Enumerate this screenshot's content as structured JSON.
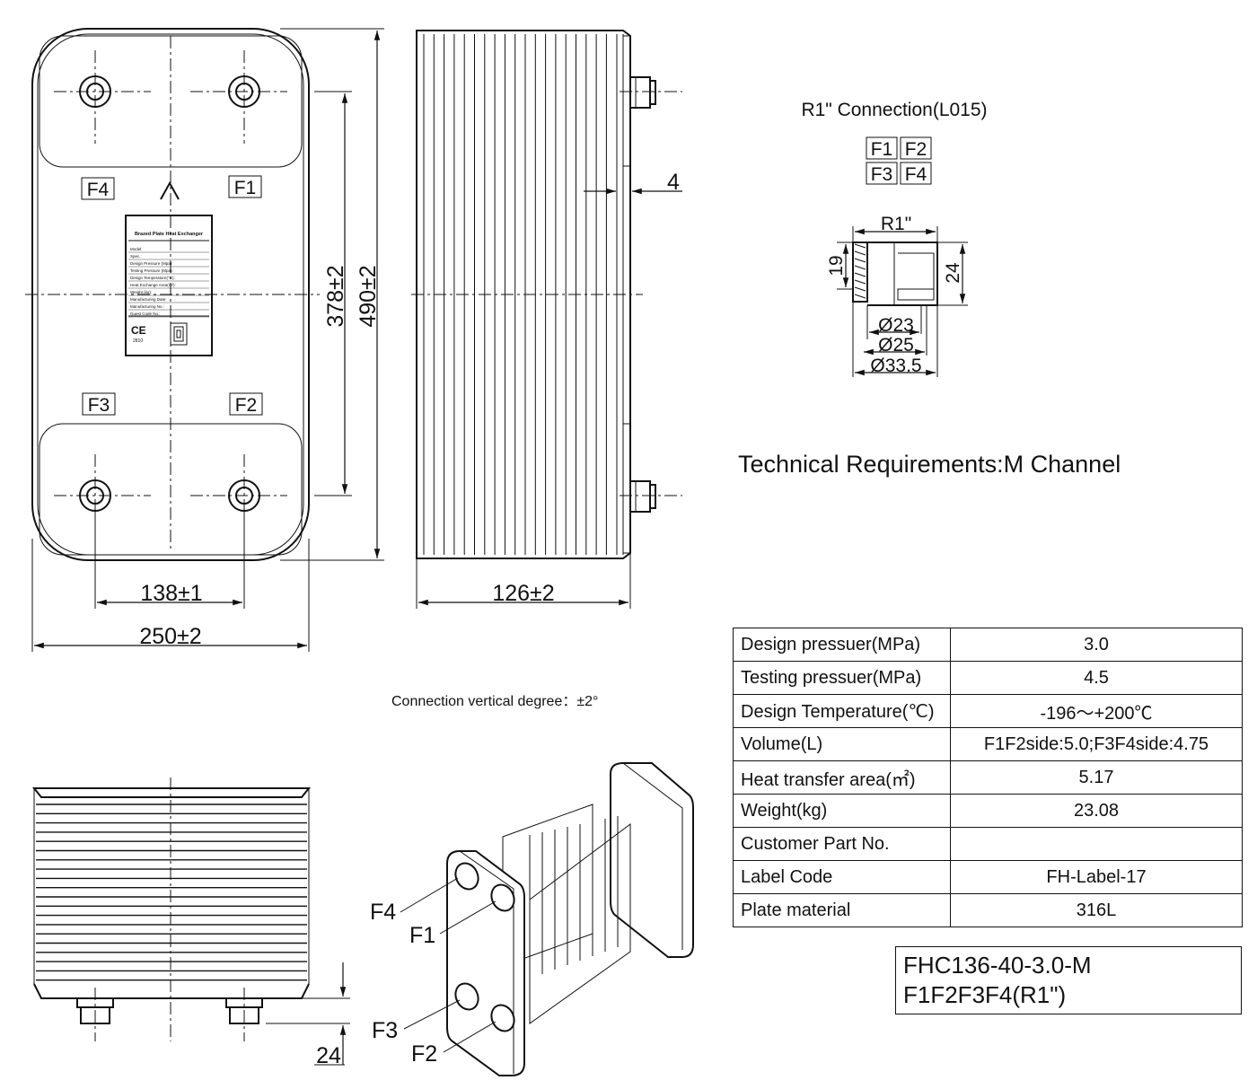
{
  "connection": {
    "title": "R1\" Connection(L015)",
    "ports": [
      "F1",
      "F2",
      "F3",
      "F4"
    ],
    "thread": "R1\"",
    "dim_height_left": "19",
    "dim_height_right": "24",
    "dia_inner": "Ø23",
    "dia_mid": "Ø25",
    "dia_outer": "Ø33.5"
  },
  "front_view": {
    "port_labels": {
      "top_left": "F4",
      "top_right": "F1",
      "bottom_left": "F3",
      "bottom_right": "F2"
    },
    "dim_port_spacing_v": "378±2",
    "dim_height": "490±2",
    "dim_port_spacing_h": "138±1",
    "dim_width": "250±2",
    "nameplate": {
      "title": "Brazed Plate Heat Exchanger",
      "rows": [
        "Model:",
        "Spec.:",
        "Design Pressure (Mpa):",
        "Testing Pressure (Mpa):",
        "Design Temperature(°C):",
        "Heat Exchange Area(m²):",
        "Weight (kg):",
        "Manufacturing Date:",
        "Manufacturing No.:",
        "Guest Code No.:"
      ],
      "ce_text": "CE",
      "ce_number": "2810"
    }
  },
  "side_view": {
    "dim_depth": "126±2",
    "dim_thickness": "4"
  },
  "bottom_view": {
    "dim_connection": "24"
  },
  "note_vertical": "Connection vertical degree：±2°",
  "technical_requirements": "Technical Requirements:M Channel",
  "iso_labels": [
    "F4",
    "F1",
    "F3",
    "F2"
  ],
  "spec_table": [
    {
      "label": "Design pressuer(MPa)",
      "value": "3.0"
    },
    {
      "label": "Testing pressuer(MPa)",
      "value": "4.5"
    },
    {
      "label": "Design Temperature(℃)",
      "value": "-196～+200℃"
    },
    {
      "label": "Volume(L)",
      "value": "F1F2side:5.0;F3F4side:4.75"
    },
    {
      "label": "Heat transfer area(㎡)",
      "value": "5.17"
    },
    {
      "label": "Weight(kg)",
      "value": "23.08"
    },
    {
      "label": "Customer Part No.",
      "value": ""
    },
    {
      "label": "Label Code",
      "value": "FH-Label-17"
    },
    {
      "label": "Plate material",
      "value": "316L"
    }
  ],
  "model_code": {
    "line1": "FHC136-40-3.0-M",
    "line2": "F1F2F3F4(R1\")"
  }
}
